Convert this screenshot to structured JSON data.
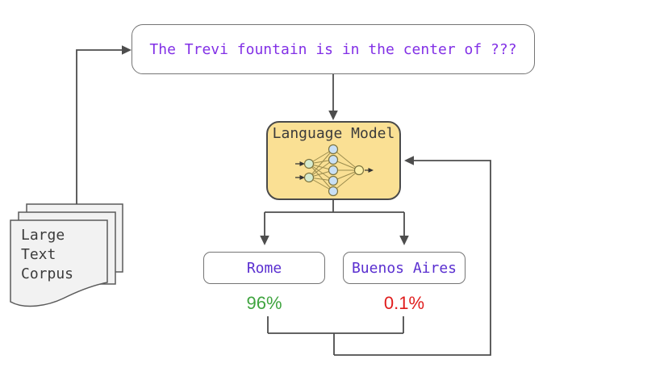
{
  "diagram": {
    "question": "The Trevi fountain is in the center of ???",
    "model_label": "Language Model",
    "corpus_label": "Large\nText\nCorpus",
    "answers": [
      {
        "label": "Rome",
        "probability": "96%"
      },
      {
        "label": "Buenos Aires",
        "probability": "0.1%"
      }
    ],
    "icons": [
      "neural-network-icon",
      "document-stack-icon"
    ]
  },
  "theme": {
    "question-color": "#8230e6",
    "answer-color": "#5a2fd0",
    "green": "#3fa43f",
    "red": "#e01c1c",
    "lm-fill": "#fae094",
    "line": "#4d4d4d"
  }
}
